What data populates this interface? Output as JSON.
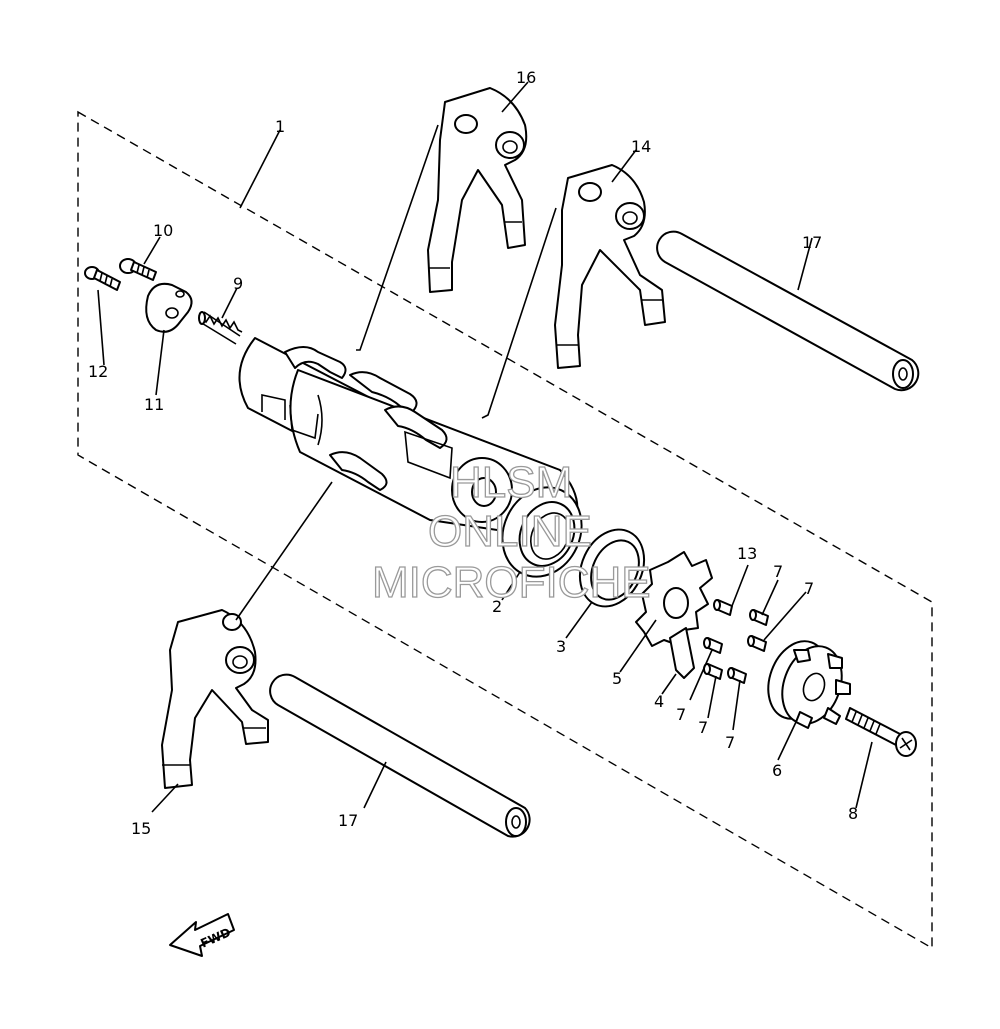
{
  "callouts": {
    "c1": "1",
    "c2": "2",
    "c3": "3",
    "c4": "4",
    "c5": "5",
    "c6": "6",
    "c7a": "7",
    "c7b": "7",
    "c7c": "7",
    "c7d": "7",
    "c7e": "7",
    "c8": "8",
    "c9": "9",
    "c10": "10",
    "c11": "11",
    "c12": "12",
    "c13": "13",
    "c14": "14",
    "c15": "15",
    "c16": "16",
    "c17a": "17",
    "c17b": "17"
  },
  "fwd_arrow": {
    "label": "FWD"
  },
  "watermark": {
    "line1": "HLSM",
    "line2": "ONLINE",
    "line3": "MICROFICHE"
  }
}
